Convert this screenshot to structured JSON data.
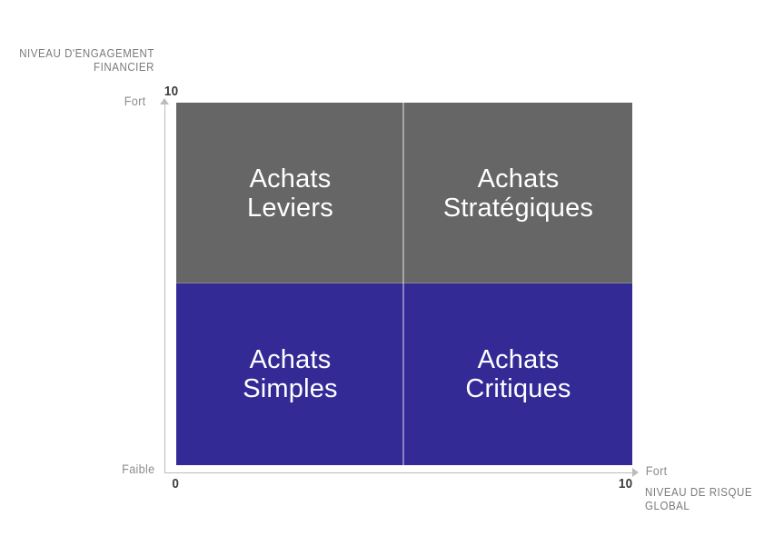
{
  "chart_data": {
    "type": "matrix",
    "title": "",
    "xlabel": "NIVEAU DE RISQUE\nGLOBAL",
    "ylabel": "NIVEAU D'ENGAGEMENT\nFINANCIER",
    "xlim": [
      0,
      10
    ],
    "ylim": [
      0,
      10
    ],
    "x_tick_labels": [
      "0",
      "10"
    ],
    "y_tick_labels": [
      "10"
    ],
    "x_scale_words": [
      "Faible",
      "Fort"
    ],
    "y_scale_words": [
      "Faible",
      "Fort"
    ],
    "grid": false,
    "legend": "none",
    "quadrants": [
      {
        "id": "achats-leviers",
        "label": "Achats\nLeviers",
        "risk": "low",
        "engagement": "high",
        "row": 0,
        "col": 0,
        "color": "#666667"
      },
      {
        "id": "achats-strategiques",
        "label": "Achats\nStratégiques",
        "risk": "high",
        "engagement": "high",
        "row": 0,
        "col": 1,
        "color": "#666667"
      },
      {
        "id": "achats-simples",
        "label": "Achats\nSimples",
        "risk": "low",
        "engagement": "low",
        "row": 1,
        "col": 0,
        "color": "#332A96"
      },
      {
        "id": "achats-critiques",
        "label": "Achats\nCritiques",
        "risk": "high",
        "engagement": "low",
        "row": 1,
        "col": 1,
        "color": "#332A96"
      }
    ]
  },
  "axes": {
    "y": {
      "title": "NIVEAU D'ENGAGEMENT\nFINANCIER",
      "top_value": "10",
      "top_word": "Fort",
      "bottom_word": "Faible"
    },
    "x": {
      "title": "NIVEAU DE RISQUE\nGLOBAL",
      "start_value": "0",
      "end_value": "10",
      "end_word": "Fort"
    }
  },
  "colors": {
    "background": "#ffffff",
    "quadrant_high_engagement": "#666667",
    "quadrant_low_engagement": "#332A96",
    "axis": "#bcbcbc",
    "axis_title_text": "#7a7a7a",
    "scale_word_text": "#8d8d8d",
    "tick_number_text": "#3c3c3c",
    "quadrant_label_text": "#ffffff"
  }
}
